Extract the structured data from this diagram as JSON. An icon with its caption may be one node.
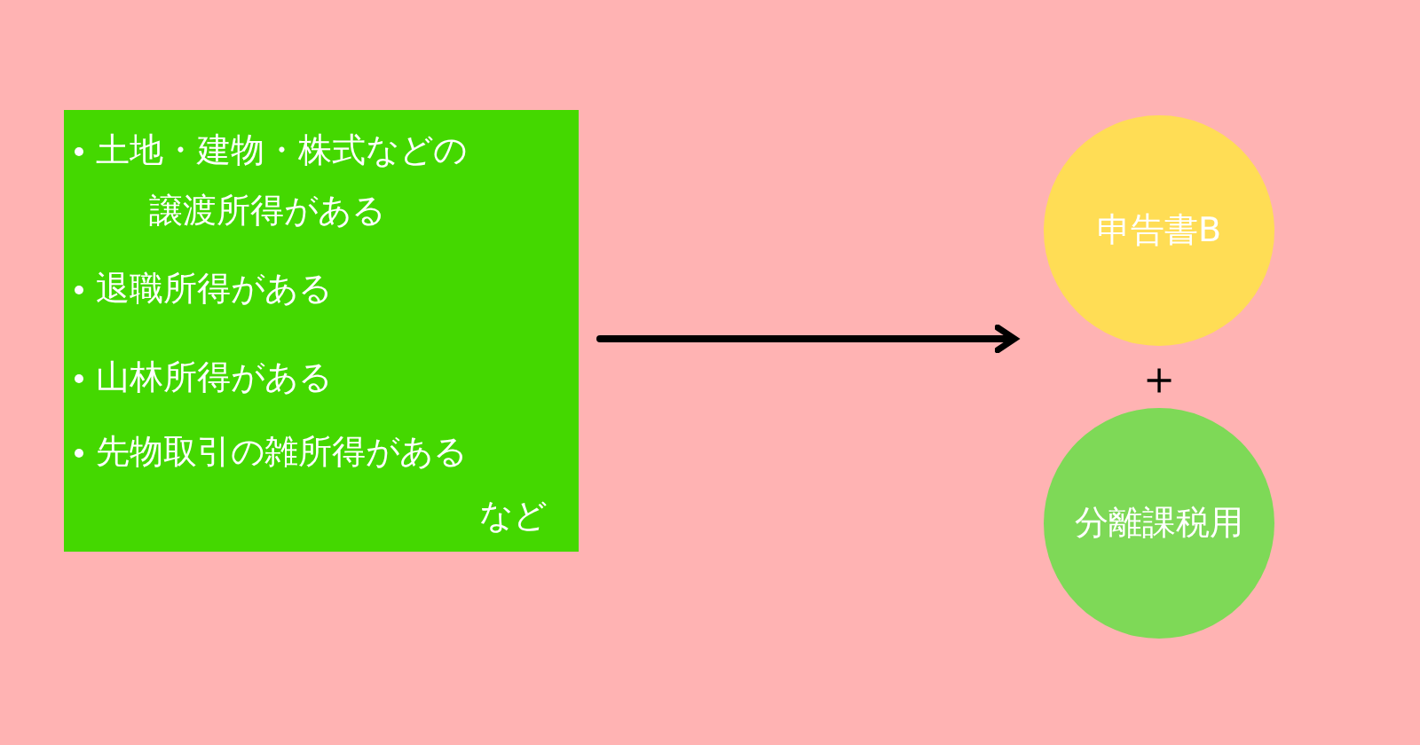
{
  "diagram": {
    "nodes": [
      {
        "text": [
          "土地・建物・株式などの譲渡所得がある",
          "退職所得がある",
          "山林所得がある",
          "先物取引の雑所得がある",
          "など"
        ]
      },
      {
        "text": [
          "申告書B"
        ]
      },
      {
        "text": [
          "分離課税用"
        ]
      }
    ],
    "edges": [
      {
        "from": 0,
        "to": 1,
        "arrow": "to"
      }
    ],
    "labels": [
      "＋"
    ]
  }
}
